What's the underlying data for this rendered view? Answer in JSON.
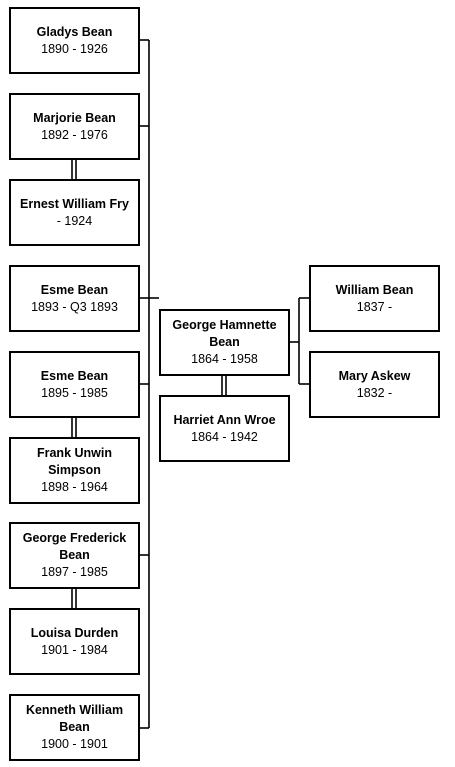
{
  "people": {
    "gladys": {
      "name": "Gladys Bean",
      "dates": "1890 - 1926"
    },
    "marjorie": {
      "name": "Marjorie Bean",
      "dates": "1892 - 1976"
    },
    "ernest": {
      "name": "Ernest William Fry",
      "dates": "- 1924"
    },
    "esme1": {
      "name": "Esme Bean",
      "dates": "1893 - Q3 1893"
    },
    "esme2": {
      "name": "Esme Bean",
      "dates": "1895 - 1985"
    },
    "frank": {
      "name": "Frank Unwin Simpson",
      "dates": "1898 - 1964"
    },
    "georgef": {
      "name": "George Frederick Bean",
      "dates": "1897 - 1985"
    },
    "louisa": {
      "name": "Louisa Durden",
      "dates": "1901 - 1984"
    },
    "kenneth": {
      "name": "Kenneth William Bean",
      "dates": "1900 - 1901"
    },
    "georgeh": {
      "name": "George Hamnette Bean",
      "dates": "1864 - 1958"
    },
    "harriet": {
      "name": "Harriet Ann Wroe",
      "dates": "1864 - 1942"
    },
    "william": {
      "name": "William Bean",
      "dates": "1837 -"
    },
    "mary": {
      "name": "Mary Askew",
      "dates": "1832 -"
    }
  },
  "colors": {
    "line": "#000000",
    "box_border": "#000000",
    "background": "#ffffff"
  }
}
